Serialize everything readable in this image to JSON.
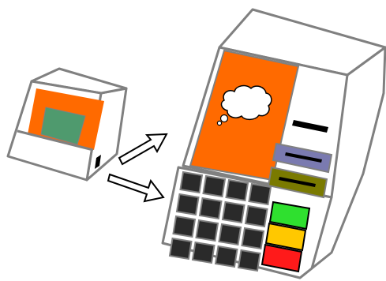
{
  "colors": {
    "background": "#ffffff",
    "outline": "#808080",
    "device_body": "#ffffff",
    "screen_orange": "#ff6a00",
    "small_screen_green": "#4f9a6e",
    "key_dark": "#2a2a2a",
    "button_green": "#2fe02f",
    "button_yellow": "#ffc800",
    "button_red": "#ff1a1a",
    "slot_black": "#000000",
    "slot_card_blue": "#7a7ab0",
    "slot_card_olive": "#7a7a00"
  },
  "keypad": {
    "rows": 4,
    "columns": 4
  },
  "function_buttons": [
    "green",
    "yellow",
    "red"
  ],
  "elements": {
    "small_terminal": {
      "icon": "small-terminal-device"
    },
    "arrows": {
      "icon": "double-outline-arrows"
    },
    "large_terminal": {
      "icon": "large-terminal-device"
    },
    "thought_bubble": {
      "icon": "thought-bubble-icon"
    }
  }
}
